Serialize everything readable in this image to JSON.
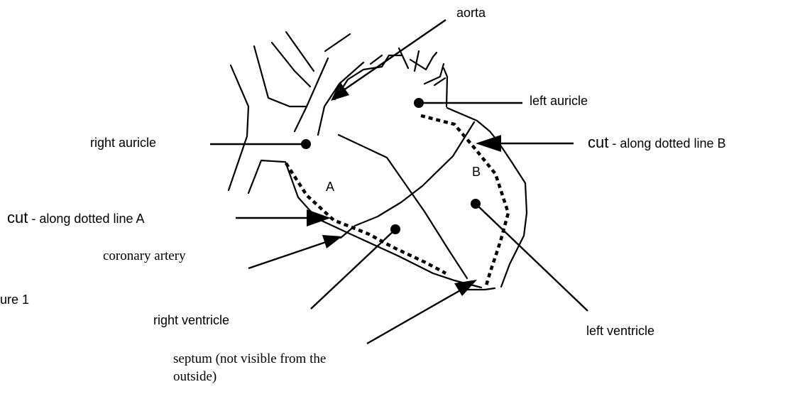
{
  "labels": {
    "aorta": "aorta",
    "left_auricle": "left auricle",
    "right_auricle": "right auricle",
    "cut_b_word": "cut",
    "cut_b_rest": "- along dotted line B",
    "letter_a": "A",
    "letter_b": "B",
    "cut_a_word": "cut",
    "cut_a_rest": "- along dotted line A",
    "coronary_artery": "coronary artery",
    "figure": "ure 1",
    "right_ventricle": "right ventricle",
    "left_ventricle": "left ventricle",
    "septum_line1": "septum (not visible from the",
    "septum_line2": "outside)"
  }
}
